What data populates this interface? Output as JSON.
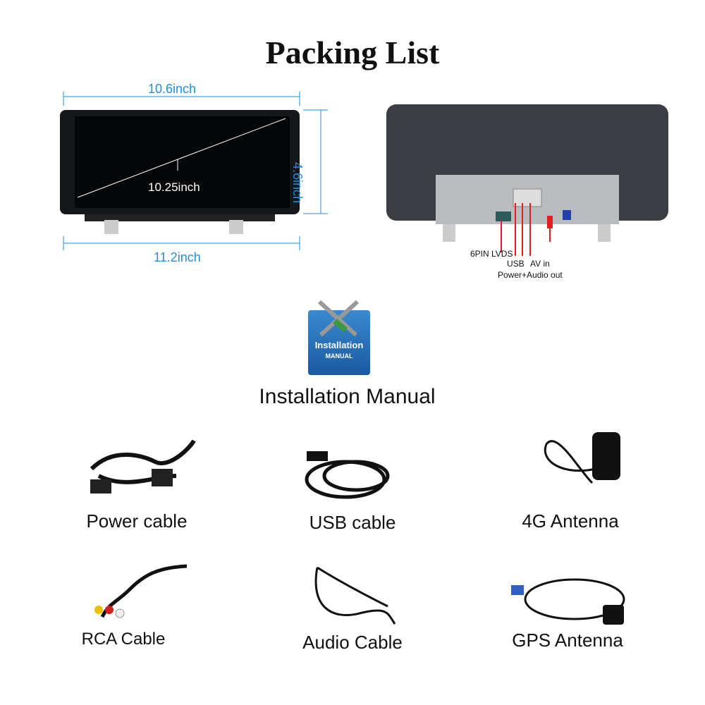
{
  "title": "Packing List",
  "dimensions": {
    "width_top": "10.6inch",
    "height": "4.6inch",
    "diagonal": "10.25inch",
    "width_bottom": "11.2inch"
  },
  "ports": {
    "lvds": "6PIN LVDS",
    "usb": "USB",
    "av_in": "AV in",
    "power": "Power+Audio out"
  },
  "manual": {
    "icon_title": "Installation",
    "icon_sub": "MANUAL",
    "label": "Installation Manual"
  },
  "items": [
    {
      "label": "Power cable"
    },
    {
      "label": "USB cable"
    },
    {
      "label": "4G Antenna"
    },
    {
      "label": "RCA Cable"
    },
    {
      "label": "Audio Cable"
    },
    {
      "label": "GPS Antenna"
    }
  ],
  "colors": {
    "dimension": "#1e8fd8",
    "pointer": "#e02020"
  }
}
